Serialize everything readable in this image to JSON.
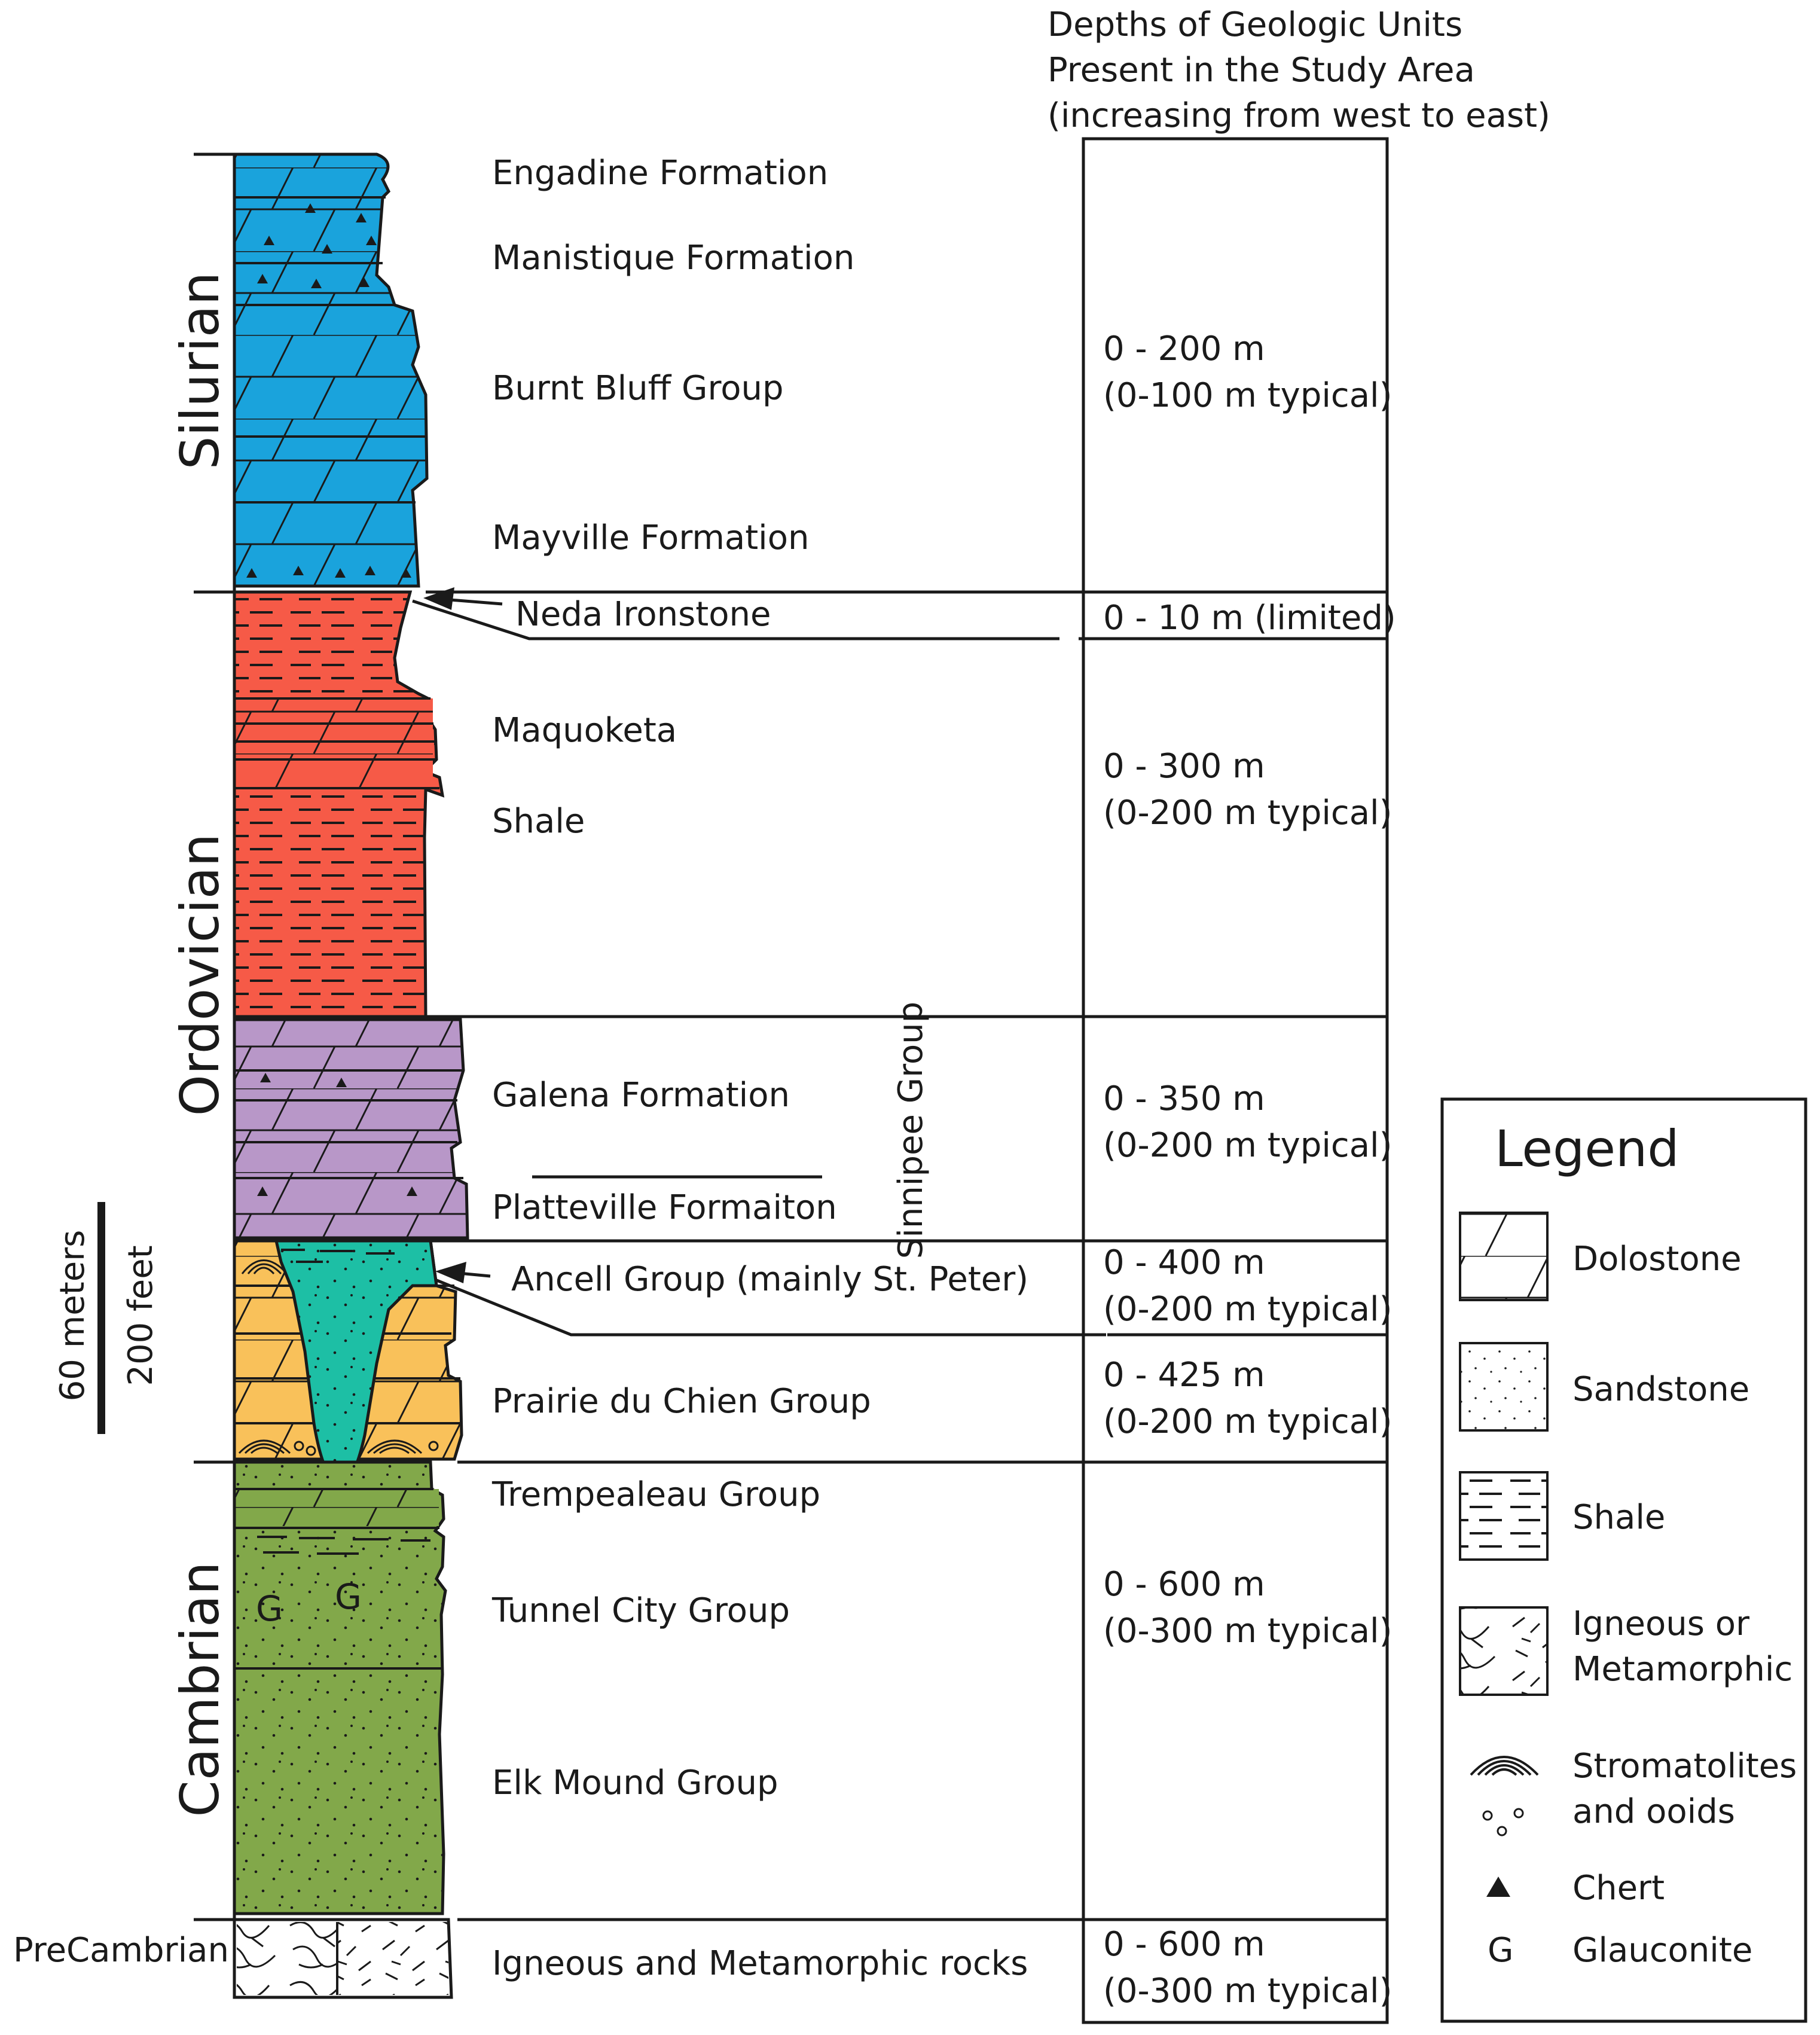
{
  "header": {
    "lines": [
      "Depths of Geologic Units",
      "Present in the Study Area",
      "(increasing from west to east)"
    ]
  },
  "periods": {
    "silurian": "Silurian",
    "ordovician": "Ordovician",
    "cambrian": "Cambrian",
    "precambrian": "PreCambrian"
  },
  "scale": {
    "meters": "60 meters",
    "feet": "200 feet"
  },
  "units": {
    "engadine": "Engadine Formation",
    "manistique": "Manistique Formation",
    "burnt_bluff": "Burnt Bluff Group",
    "mayville": "Mayville Formation",
    "neda": "Neda Ironstone",
    "maquoketa_1": "Maquoketa",
    "maquoketa_2": "Shale",
    "galena": "Galena Formation",
    "platteville": "Platteville Formaiton",
    "sinnipee": "Sinnipee Group",
    "ancell": "Ancell Group (mainly St. Peter)",
    "prairie": "Prairie du Chien Group",
    "trempealeau": "Trempealeau Group",
    "tunnel_city": "Tunnel City Group",
    "elk_mound": "Elk Mound Group",
    "igneous": "Igneous and Metamorphic rocks",
    "glauconite_mark": "G"
  },
  "depths": {
    "silurian": [
      "0 - 200 m",
      "(0-100 m typical)"
    ],
    "neda": [
      "0 - 10 m (limited)"
    ],
    "maquoketa": [
      "0 - 300 m",
      "(0-200 m typical)"
    ],
    "sinnipee": [
      "0 - 350 m",
      "(0-200 m typical)"
    ],
    "ancell": [
      "0 - 400 m",
      "(0-200 m typical)"
    ],
    "prairie": [
      "0 - 425 m",
      "(0-200 m typical)"
    ],
    "cambrian": [
      "0 - 600 m",
      "(0-300 m typical)"
    ],
    "precambrian": [
      "0 - 600 m",
      "(0-300 m typical)"
    ]
  },
  "legend": {
    "title": "Legend",
    "dolostone": "Dolostone",
    "sandstone": "Sandstone",
    "shale": "Shale",
    "igneous_1": "Igneous or",
    "igneous_2": "Metamorphic",
    "strom_1": "Stromatolites",
    "strom_2": "and ooids",
    "chert": "Chert",
    "glauconite_symbol": "G",
    "glauconite": "Glauconite"
  },
  "colors": {
    "silurian": "#1aa3dc",
    "ordovician_shale": "#f65a47",
    "galena": "#b897c8",
    "prairie": "#f9c15a",
    "ancell": "#1dbfa5",
    "cambrian": "#82a84a",
    "line": "#1a1a1a"
  }
}
